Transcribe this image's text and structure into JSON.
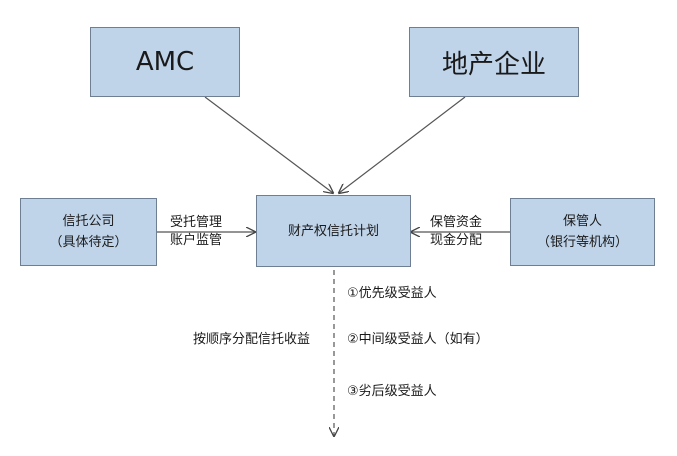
{
  "top_boxes": {
    "left": {
      "label": "AMC"
    },
    "right": {
      "label": "地产企业"
    }
  },
  "middle_boxes": {
    "left": {
      "line1": "信托公司",
      "line2": "（具体待定）"
    },
    "center": {
      "label": "财产权信托计划"
    },
    "right": {
      "line1": "保管人",
      "line2": "（银行等机构）"
    }
  },
  "edge_labels": {
    "left": {
      "line1": "受托管理",
      "line2": "账户监管"
    },
    "right": {
      "line1": "保管资金",
      "line2": "现金分配"
    },
    "distribution": "按顺序分配信托收益"
  },
  "beneficiaries": [
    "①优先级受益人",
    "②中间级受益人（如有）",
    "③劣后级受益人"
  ]
}
